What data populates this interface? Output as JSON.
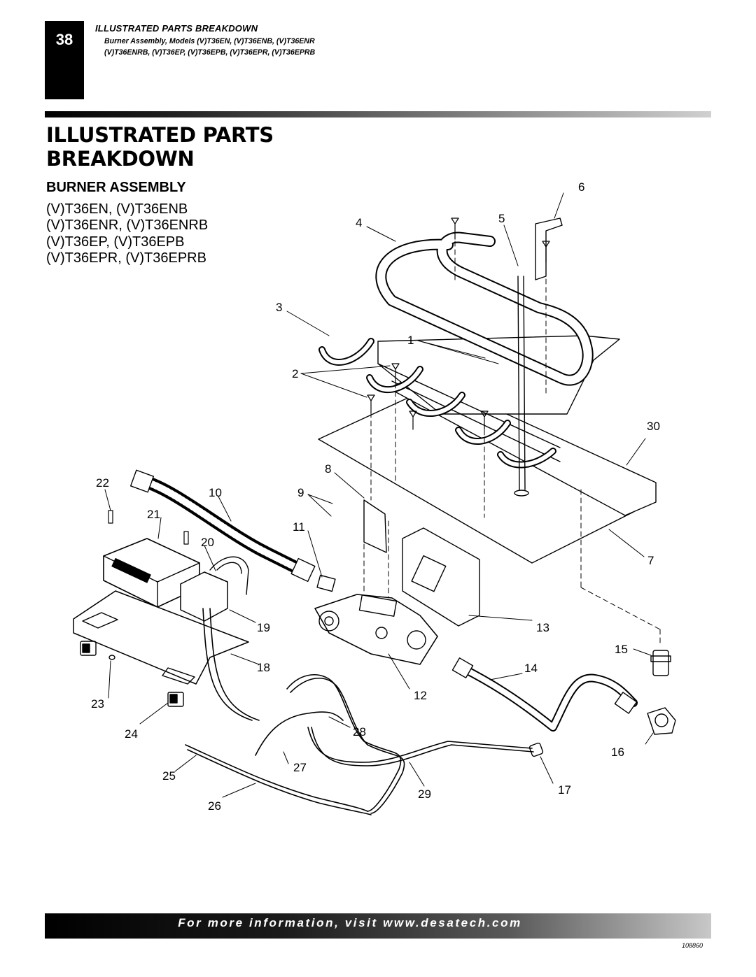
{
  "header": {
    "page_number": "38",
    "running_title": "ILLUSTRATED PARTS BREAKDOWN",
    "running_subtitle_line1": "Burner Assembly, Models (V)T36EN, (V)T36ENB, (V)T36ENR",
    "running_subtitle_line2": "(V)T36ENRB, (V)T36EP, (V)T36EPB, (V)T36EPR, (V)T36EPRB"
  },
  "title": {
    "line1": "ILLUSTRATED PARTS",
    "line2": "BREAKDOWN"
  },
  "section": {
    "title": "BURNER ASSEMBLY",
    "models": [
      "(V)T36EN, (V)T36ENB",
      "(V)T36ENR, (V)T36ENRB",
      "(V)T36EP, (V)T36EPB",
      "(V)T36EPR, (V)T36EPRB"
    ]
  },
  "diagram": {
    "callouts": {
      "c1": "1",
      "c2": "2",
      "c3": "3",
      "c4": "4",
      "c5": "5",
      "c6": "6",
      "c7": "7",
      "c8": "8",
      "c9": "9",
      "c10": "10",
      "c11": "11",
      "c12": "12",
      "c13": "13",
      "c14": "14",
      "c15": "15",
      "c16": "16",
      "c17": "17",
      "c18": "18",
      "c19": "19",
      "c20": "20",
      "c21": "21",
      "c22": "22",
      "c23": "23",
      "c24": "24",
      "c25": "25",
      "c26": "26",
      "c27": "27",
      "c28": "28",
      "c29": "29",
      "c30": "30"
    }
  },
  "footer": {
    "text": "For more information, visit www.desatech.com",
    "figure_code": "108860"
  }
}
